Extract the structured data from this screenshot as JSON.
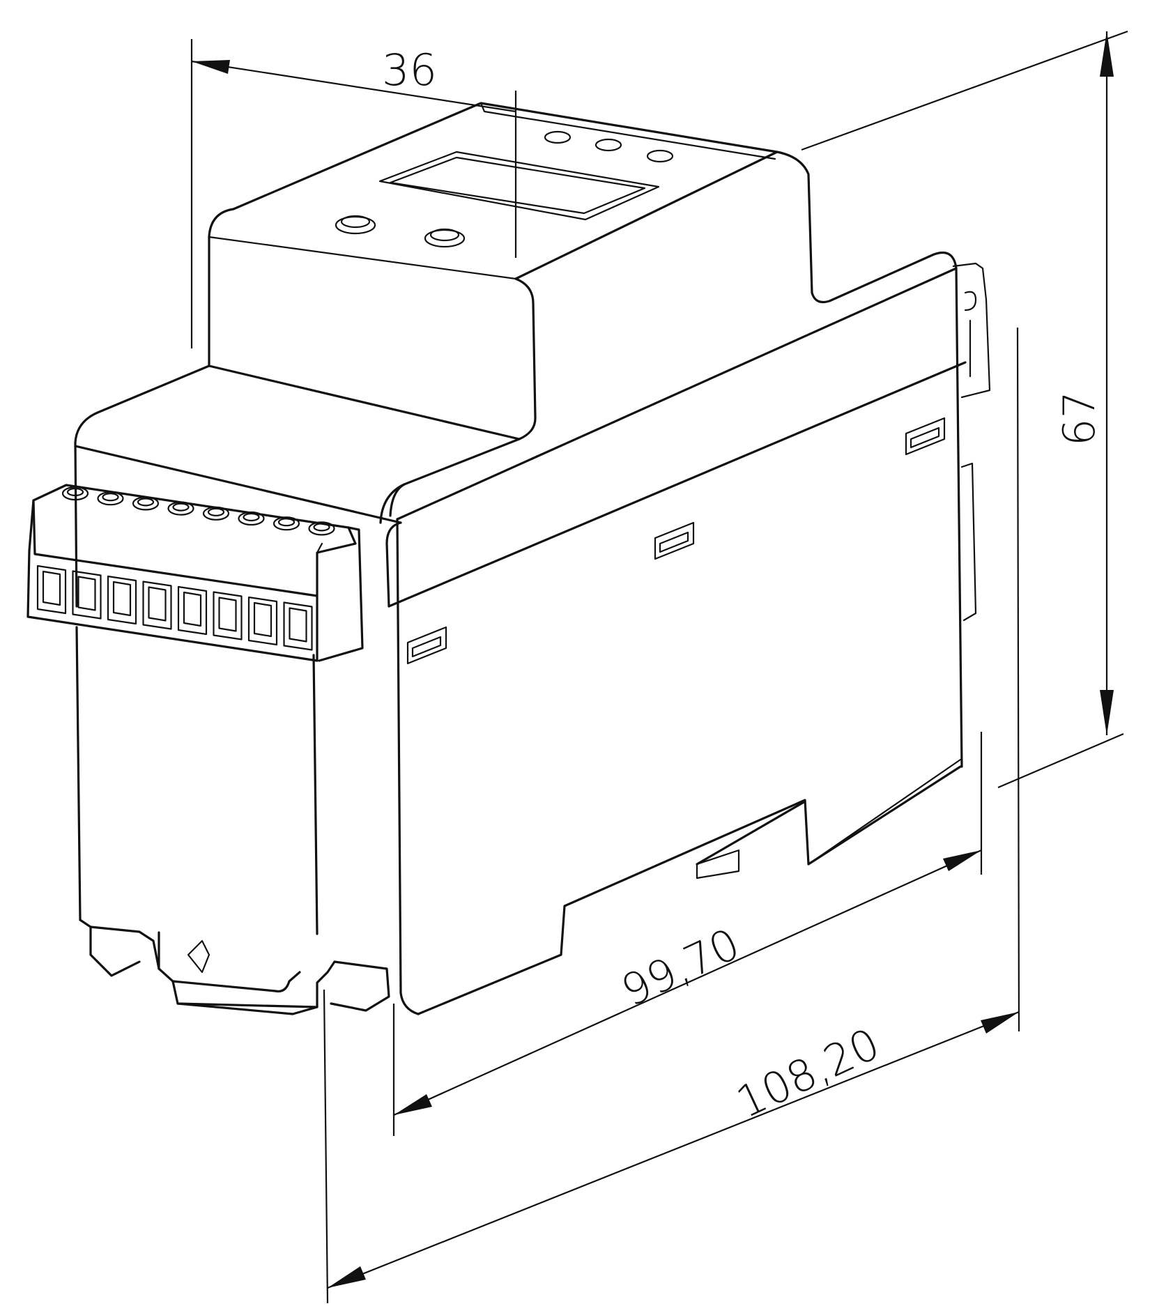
{
  "dimensions": {
    "width": "36",
    "height": "67",
    "depth_inner": "99,70",
    "depth_overall": "108,20"
  },
  "colors": {
    "line": "#111111",
    "background": "#ffffff"
  },
  "terminal_block": {
    "terminal_count": 8
  }
}
